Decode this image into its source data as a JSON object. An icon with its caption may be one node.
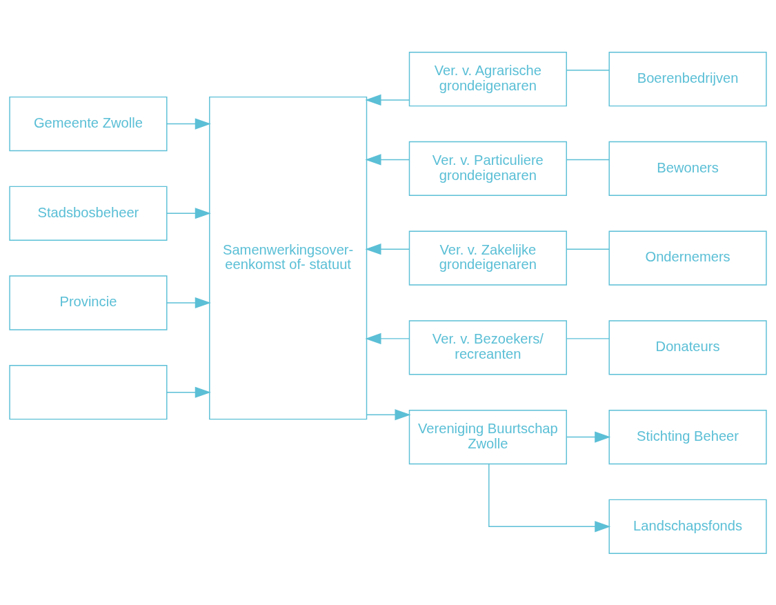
{
  "diagram": {
    "nodes": [
      {
        "text": [
          "Gemeente Zwolle"
        ]
      },
      {
        "text": [
          "Stadsbosbeheer"
        ]
      },
      {
        "text": [
          "Provincie"
        ]
      },
      {
        "text": [],
        "shape": "box"
      },
      {
        "text": [
          "Samenwerkingsover- eenkomst of- statuut"
        ]
      },
      {
        "text": [
          "Ver. v. Agrarische grondeigenaren"
        ]
      },
      {
        "text": [
          "Boerenbedrijven"
        ]
      },
      {
        "text": [
          "Ver. v. Particuliere grondeigenaren"
        ]
      },
      {
        "text": [
          "Bewoners"
        ]
      },
      {
        "text": [
          "Ver. v. Zakelijke grondeigenaren"
        ]
      },
      {
        "text": [
          "Ondernemers"
        ]
      },
      {
        "text": [
          "Ver. v. Bezoekers/ recreanten"
        ]
      },
      {
        "text": [
          "Donateurs"
        ]
      },
      {
        "text": [
          "Vereniging Buurtschap Zwolle"
        ]
      },
      {
        "text": [
          "Stichting Beheer"
        ]
      },
      {
        "text": [
          "Landschapsfonds"
        ]
      }
    ],
    "edges": [
      {
        "from": 0,
        "to": 4,
        "arrow": "to"
      },
      {
        "from": 1,
        "to": 4,
        "arrow": "to"
      },
      {
        "from": 2,
        "to": 4,
        "arrow": "to"
      },
      {
        "from": 3,
        "to": 4,
        "arrow": "to"
      },
      {
        "from": 5,
        "to": 4,
        "arrow": "to"
      },
      {
        "from": 7,
        "to": 4,
        "arrow": "to"
      },
      {
        "from": 9,
        "to": 4,
        "arrow": "to"
      },
      {
        "from": 11,
        "to": 4,
        "arrow": "to"
      },
      {
        "from": 6,
        "to": 5,
        "arrow": "none"
      },
      {
        "from": 8,
        "to": 7,
        "arrow": "none"
      },
      {
        "from": 10,
        "to": 9,
        "arrow": "none"
      },
      {
        "from": 12,
        "to": 11,
        "arrow": "none"
      },
      {
        "from": 4,
        "to": 13,
        "arrow": "to"
      },
      {
        "from": 13,
        "to": 14,
        "arrow": "to"
      },
      {
        "from": 13,
        "to": 15,
        "arrow": "to"
      }
    ]
  }
}
